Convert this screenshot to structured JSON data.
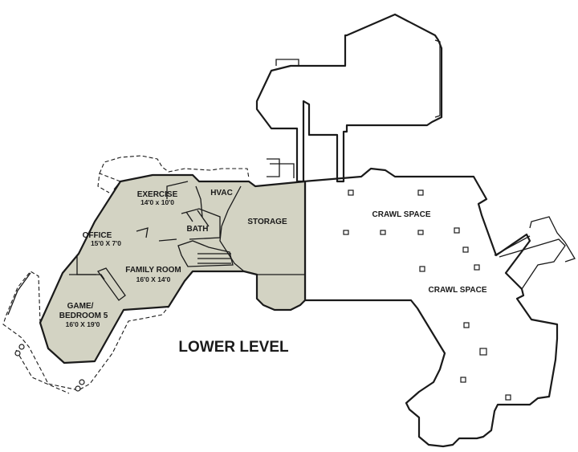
{
  "plan": {
    "level_label": "LOWER LEVEL",
    "rooms": {
      "exercise": {
        "name": "EXERCISE",
        "dims": "14'0 x 10'0"
      },
      "hvac": {
        "name": "HVAC"
      },
      "office": {
        "name": "OFFICE",
        "dims": "15'0 X 7'0"
      },
      "bath": {
        "name": "BATH"
      },
      "storage": {
        "name": "STORAGE"
      },
      "family_room": {
        "name": "FAMILY ROOM",
        "dims": "16'0 X 14'0"
      },
      "game_bedroom": {
        "name_line1": "GAME/",
        "name_line2": "BEDROOM 5",
        "dims": "16'0 X 19'0"
      },
      "crawl_space_north": {
        "name": "CRAWL SPACE"
      },
      "crawl_space_south": {
        "name": "CRAWL SPACE"
      }
    }
  }
}
